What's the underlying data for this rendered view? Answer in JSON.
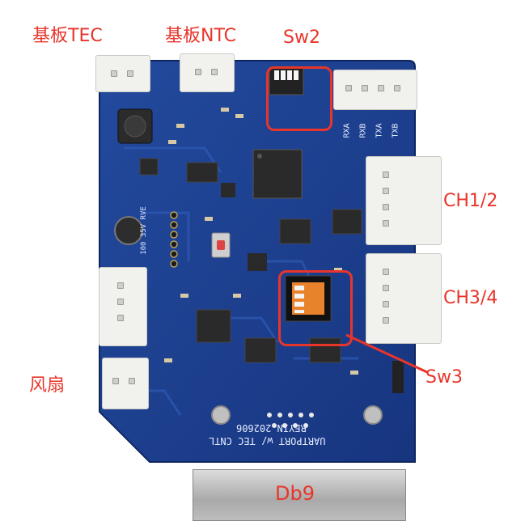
{
  "labels": {
    "tec": "基板TEC",
    "ntc": "基板NTC",
    "sw2": "Sw2",
    "ch12": "CH1/2",
    "ch34": "CH3/4",
    "fan": "风扇",
    "sw3": "Sw3",
    "db9": "Db9"
  },
  "silkscreen": {
    "line1": "REYIN 202606",
    "line2": "UARTPORT w/ TEC CNTL",
    "rxa": "RXA",
    "rxb": "RXB",
    "txa": "TXA",
    "txb": "TXB",
    "cap": "100 35V RVE"
  },
  "colors": {
    "label": "#e8352b",
    "pcb": "#1f3f8f",
    "pcb_dark": "#163178"
  }
}
